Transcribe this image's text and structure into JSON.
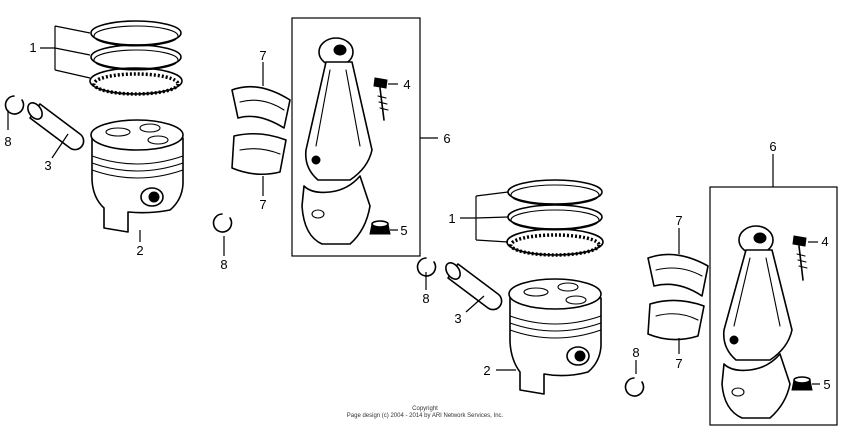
{
  "callouts": {
    "a1": "1",
    "a2": "2",
    "a3": "3",
    "a4": "4",
    "a5": "5",
    "a6": "6",
    "a7_top": "7",
    "a7_bottom": "7",
    "a8_left": "8",
    "a8_mid": "8",
    "b1": "1",
    "b2": "2",
    "b3": "3",
    "b4": "4",
    "b5": "5",
    "b6": "6",
    "b7_top": "7",
    "b7_bottom": "7",
    "b8_left": "8",
    "b8_right": "8"
  },
  "footer": {
    "line1": "Copyright",
    "line2": "Page design (c) 2004 - 2014 by ARI Network Services, Inc."
  }
}
